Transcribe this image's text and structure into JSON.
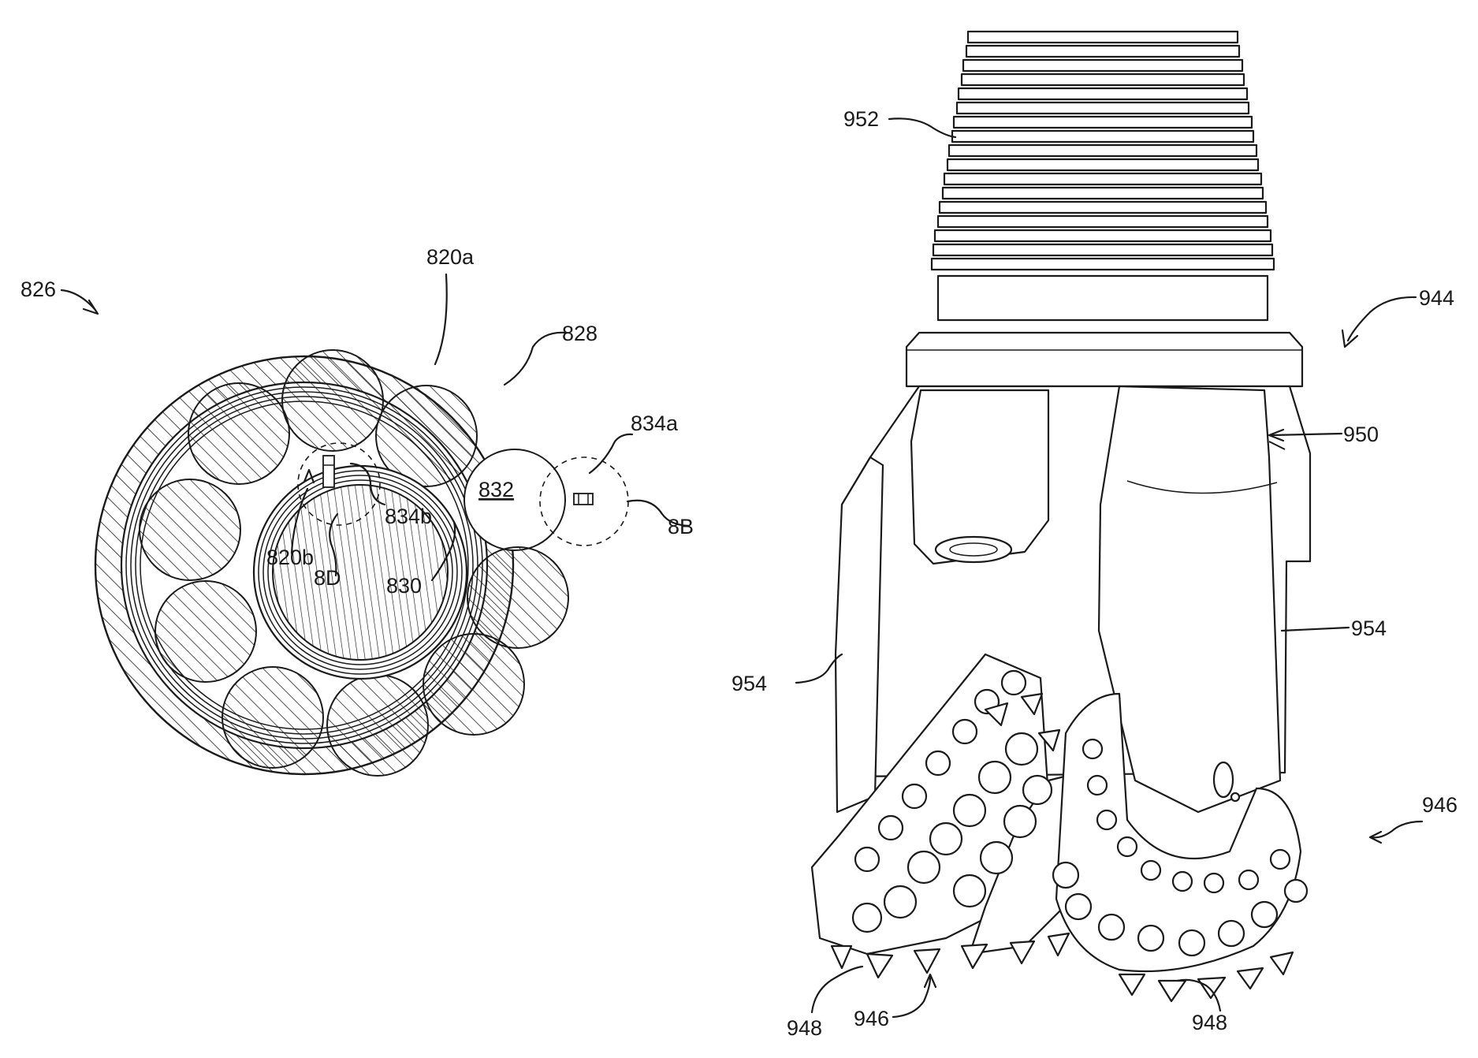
{
  "figure_left": {
    "labels": {
      "l826": "826",
      "l820a": "820a",
      "l828": "828",
      "l834a": "834a",
      "l832": "832",
      "l834b": "834b",
      "l8B": "8B",
      "l820b": "820b",
      "l8D": "8D",
      "l830": "830"
    }
  },
  "figure_right": {
    "labels": {
      "l952": "952",
      "l944": "944",
      "l950": "950",
      "l954_right": "954",
      "l954_left": "954",
      "l946_right": "946",
      "l948_left": "948",
      "l946_bottom": "946",
      "l948_right": "948"
    }
  }
}
